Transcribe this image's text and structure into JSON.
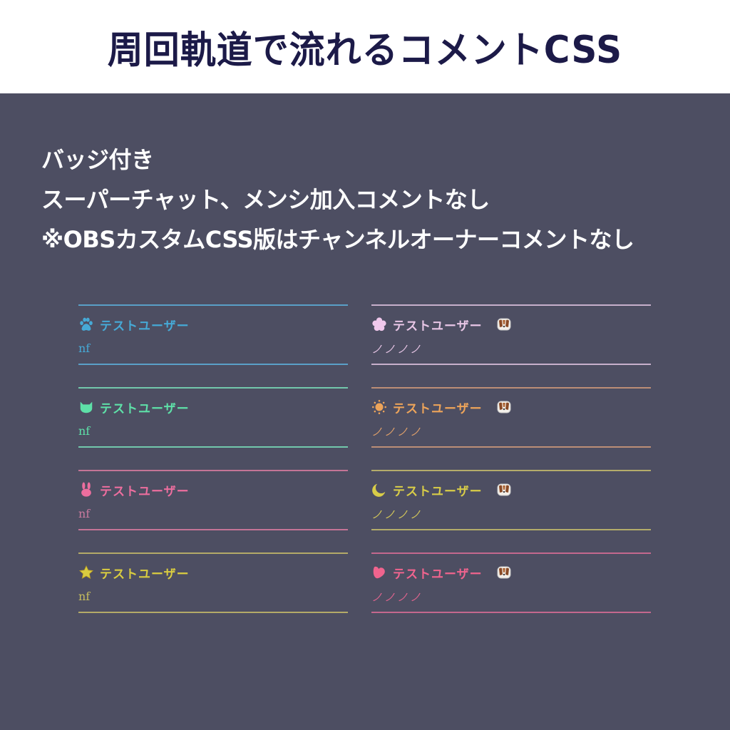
{
  "header": {
    "title": "周回軌道で流れるコメントCSS"
  },
  "notes": [
    "バッジ付き",
    "スーパーチャット、メンシ加入コメントなし",
    "※OBSカスタムCSS版はチャンネルオーナーコメントなし"
  ],
  "left_column": [
    {
      "icon": "paw-icon",
      "username": "テストユーザー",
      "message": "nf",
      "color": "#46a9d6",
      "line_color": "#5aa0c8"
    },
    {
      "icon": "cat-icon",
      "username": "テストユーザー",
      "message": "nf",
      "color": "#5ee0a8",
      "line_color": "#72c8ac"
    },
    {
      "icon": "rabbit-icon",
      "username": "テストユーザー",
      "message": "nf",
      "color": "#ec6e9e",
      "line_color": "#c47496"
    },
    {
      "icon": "star-icon",
      "username": "テストユーザー",
      "message": "nf",
      "color": "#d9cc40",
      "line_color": "#b4aa68"
    }
  ],
  "right_column": [
    {
      "icon": "flower-icon",
      "username": "テストユーザー",
      "message": "ノノノノ",
      "color": "#e8c6e6",
      "line_color": "#c8b0cc",
      "member_badge": "dog-badge-icon"
    },
    {
      "icon": "sun-icon",
      "username": "テストユーザー",
      "message": "ノノノノ",
      "color": "#eda45a",
      "line_color": "#bc8e76",
      "member_badge": "dog-badge-icon"
    },
    {
      "icon": "moon-icon",
      "username": "テストユーザー",
      "message": "ノノノノ",
      "color": "#d8cc48",
      "line_color": "#b4ac6a",
      "member_badge": "dog-badge-icon"
    },
    {
      "icon": "heart-icon",
      "username": "テストユーザー",
      "message": "ノノノノ",
      "color": "#f0648e",
      "line_color": "#c4688e",
      "member_badge": "dog-badge-icon"
    }
  ]
}
